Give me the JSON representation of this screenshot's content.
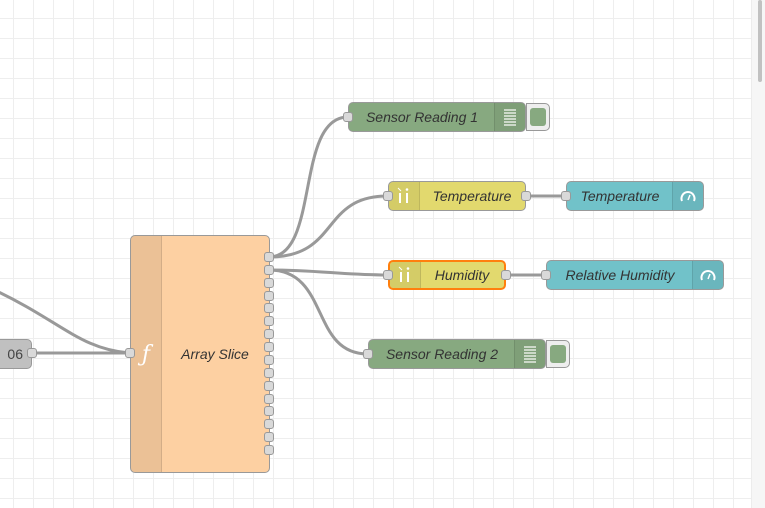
{
  "colors": {
    "function_node": "#fdd0a2",
    "debug_node": "#87a980",
    "rbe_node": "#e2d96e",
    "gauge_node": "#71c2c9",
    "inject_node": "#c0c0c0",
    "selected_outline": "#ff7f0e",
    "wire": "#999999",
    "grid": "#eeeeee"
  },
  "nodes": {
    "input_partial": {
      "label": "06",
      "type": "inject"
    },
    "array_slice": {
      "label": "Array Slice",
      "type": "function",
      "icon": "function-icon",
      "icon_glyph": "ƒ",
      "outputs": 16
    },
    "sensor_reading_1": {
      "label": "Sensor Reading 1",
      "type": "debug",
      "icon": "debug-list-icon"
    },
    "temperature_filter": {
      "label": "Temperature",
      "type": "rbe",
      "icon": "rbe-filter-icon"
    },
    "temperature_gauge": {
      "label": "Temperature",
      "type": "gauge",
      "icon": "gauge-icon"
    },
    "humidity_filter": {
      "label": "Humidity",
      "type": "rbe",
      "icon": "rbe-filter-icon",
      "selected": true
    },
    "humidity_gauge": {
      "label": "Relative Humidity",
      "type": "gauge",
      "icon": "gauge-icon"
    },
    "sensor_reading_2": {
      "label": "Sensor Reading 2",
      "type": "debug",
      "icon": "debug-list-icon"
    }
  },
  "wires": [
    {
      "from": "off-canvas",
      "to": "array_slice"
    },
    {
      "from": "input_partial",
      "to": "array_slice"
    },
    {
      "from": "array_slice.out1",
      "to": "sensor_reading_1"
    },
    {
      "from": "array_slice.out1",
      "to": "temperature_filter"
    },
    {
      "from": "array_slice.out2",
      "to": "humidity_filter"
    },
    {
      "from": "array_slice.out2",
      "to": "sensor_reading_2"
    },
    {
      "from": "temperature_filter",
      "to": "temperature_gauge"
    },
    {
      "from": "humidity_filter",
      "to": "humidity_gauge"
    }
  ]
}
